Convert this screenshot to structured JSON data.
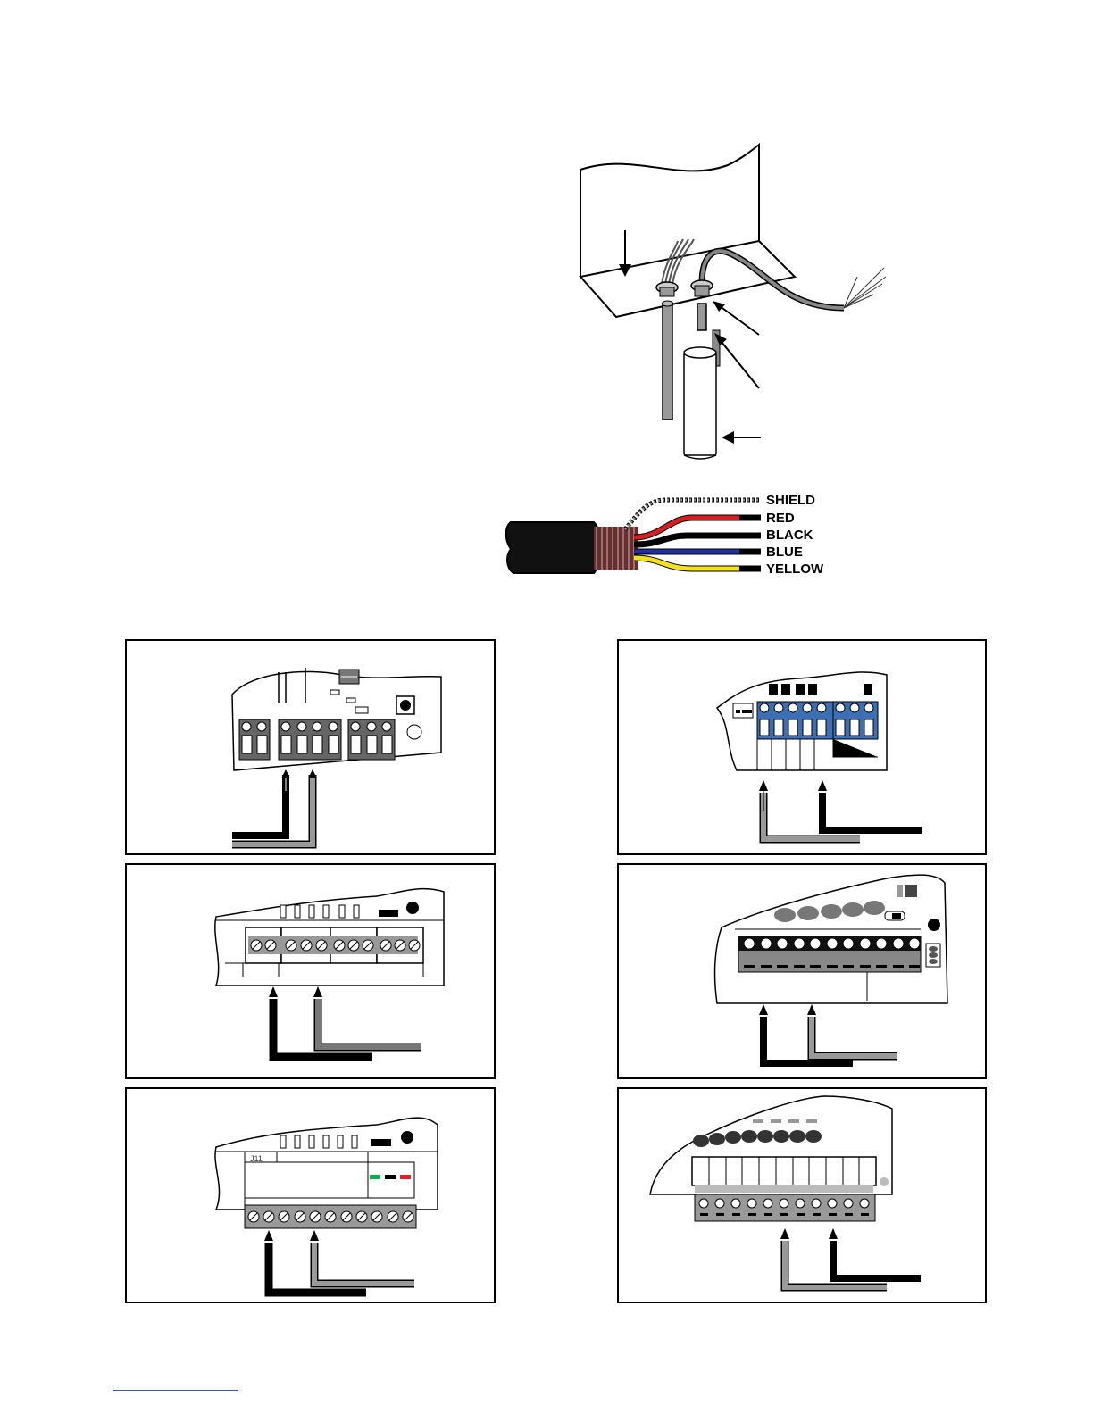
{
  "wire_labels": [
    "SHIELD",
    "RED",
    "BLACK",
    "BLUE",
    "YELLOW"
  ],
  "wire_colors": {
    "shield": "#555555",
    "red": "#d62020",
    "black": "#000000",
    "blue": "#22319a",
    "yellow": "#f2e21a"
  },
  "panel_small_text": {
    "j11": "J11"
  },
  "indicator_colors": {
    "green": "#13a84a",
    "black": "#000000",
    "red": "#e0202a"
  },
  "link_line_color": "#3355cc"
}
